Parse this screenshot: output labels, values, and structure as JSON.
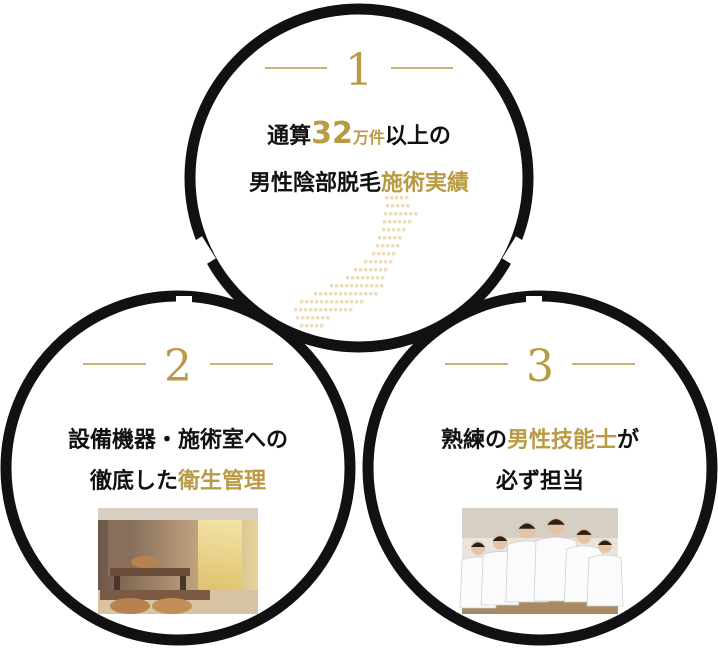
{
  "colors": {
    "accent": "#b99a45",
    "ring": "#111111"
  },
  "circle1": {
    "number": "1",
    "line1": {
      "a": "通算",
      "b": "32",
      "c": "万件",
      "d": "以上の"
    },
    "line2": {
      "a": "男性陰部脱毛",
      "b": "施術実績"
    },
    "graphic": "japan-map-dots"
  },
  "circle2": {
    "number": "2",
    "line1": "設備機器・施術室への",
    "line2": {
      "a": "徹底した",
      "b": "衛生管理"
    },
    "graphic": "treatment-room-photo"
  },
  "circle3": {
    "number": "3",
    "line1": {
      "a": "熟練の",
      "b": "男性技能士",
      "c": "が"
    },
    "line2": "必ず担当",
    "graphic": "staff-photo"
  }
}
